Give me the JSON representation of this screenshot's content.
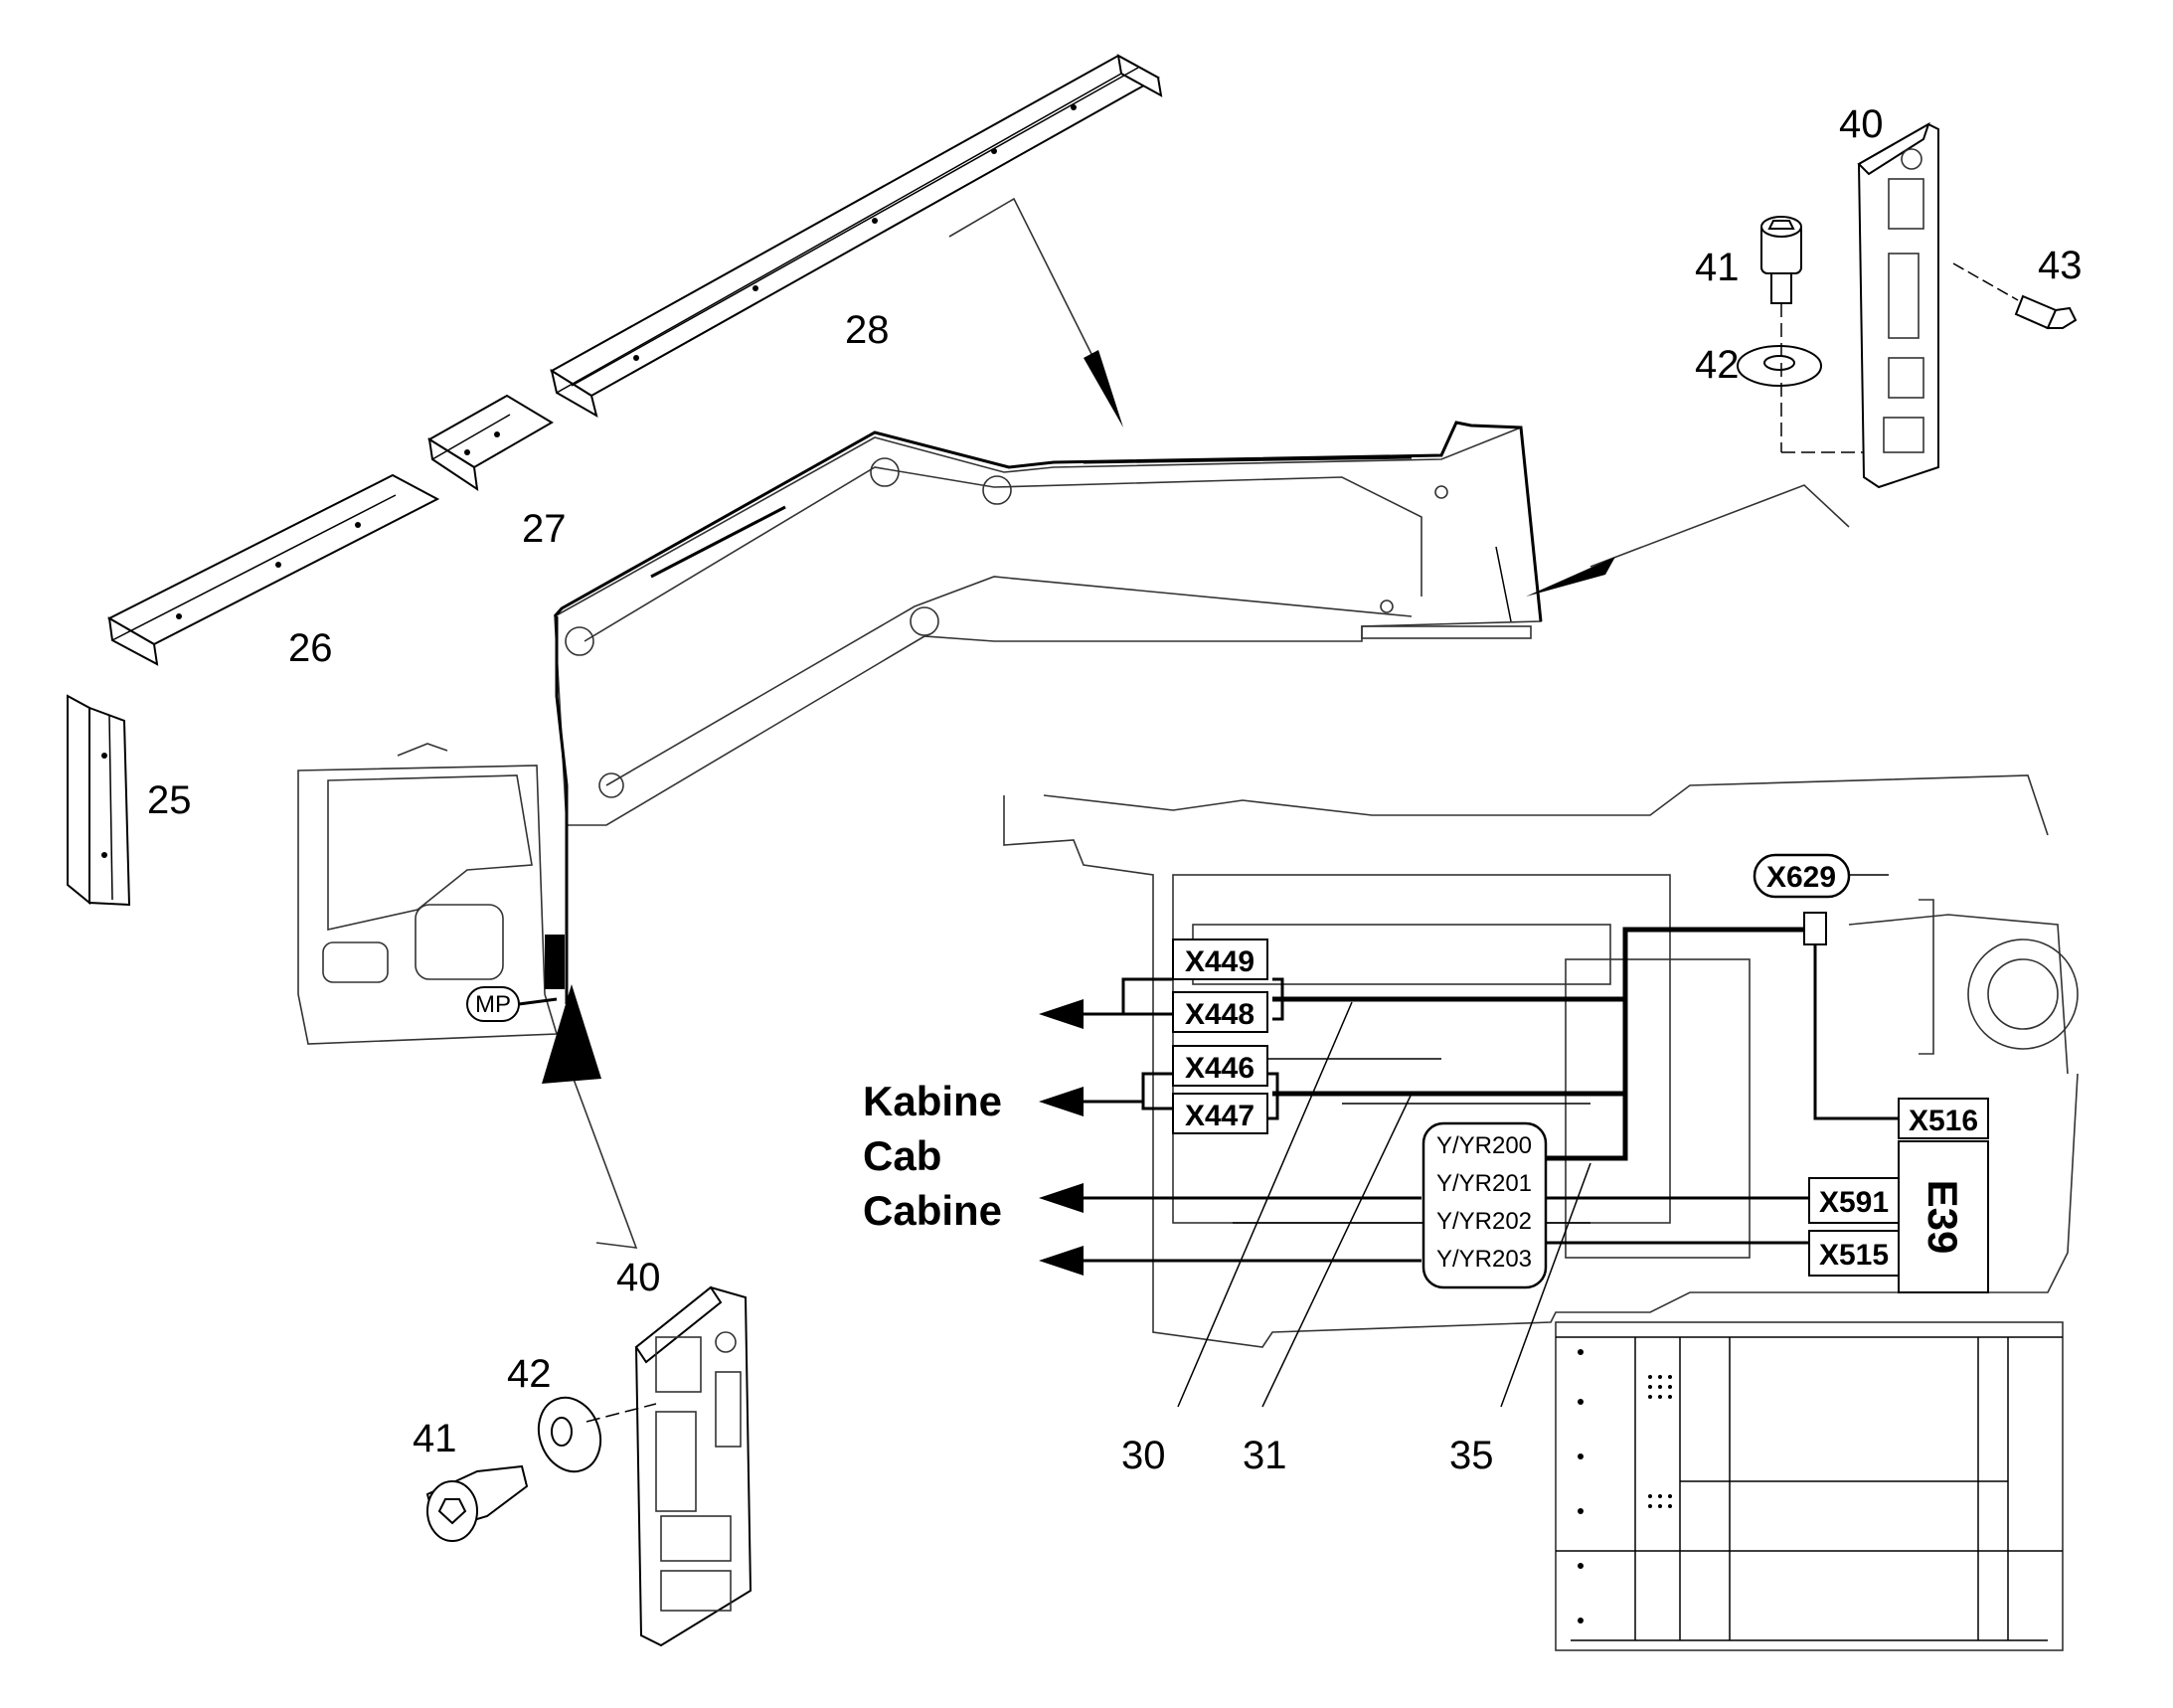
{
  "part_numbers": {
    "p25": "25",
    "p26": "26",
    "p27": "27",
    "p28": "28",
    "p30": "30",
    "p31": "31",
    "p35": "35",
    "p40_top": "40",
    "p41_top": "41",
    "p42_top": "42",
    "p43": "43",
    "p40_bottom": "40",
    "p41_bottom": "41",
    "p42_bottom": "42"
  },
  "connectors": {
    "x449": "X449",
    "x448": "X448",
    "x446": "X446",
    "x447": "X447",
    "x629": "X629",
    "x516": "X516",
    "x591": "X591",
    "x515": "X515"
  },
  "wires": [
    "Y/YR200",
    "Y/YR201",
    "Y/YR202",
    "Y/YR203"
  ],
  "destination": [
    "Kabine",
    "Cab",
    "Cabine"
  ],
  "mp_label": "MP",
  "e39_label": "E39",
  "colors": {
    "ink": "#000000",
    "paper": "#ffffff"
  }
}
